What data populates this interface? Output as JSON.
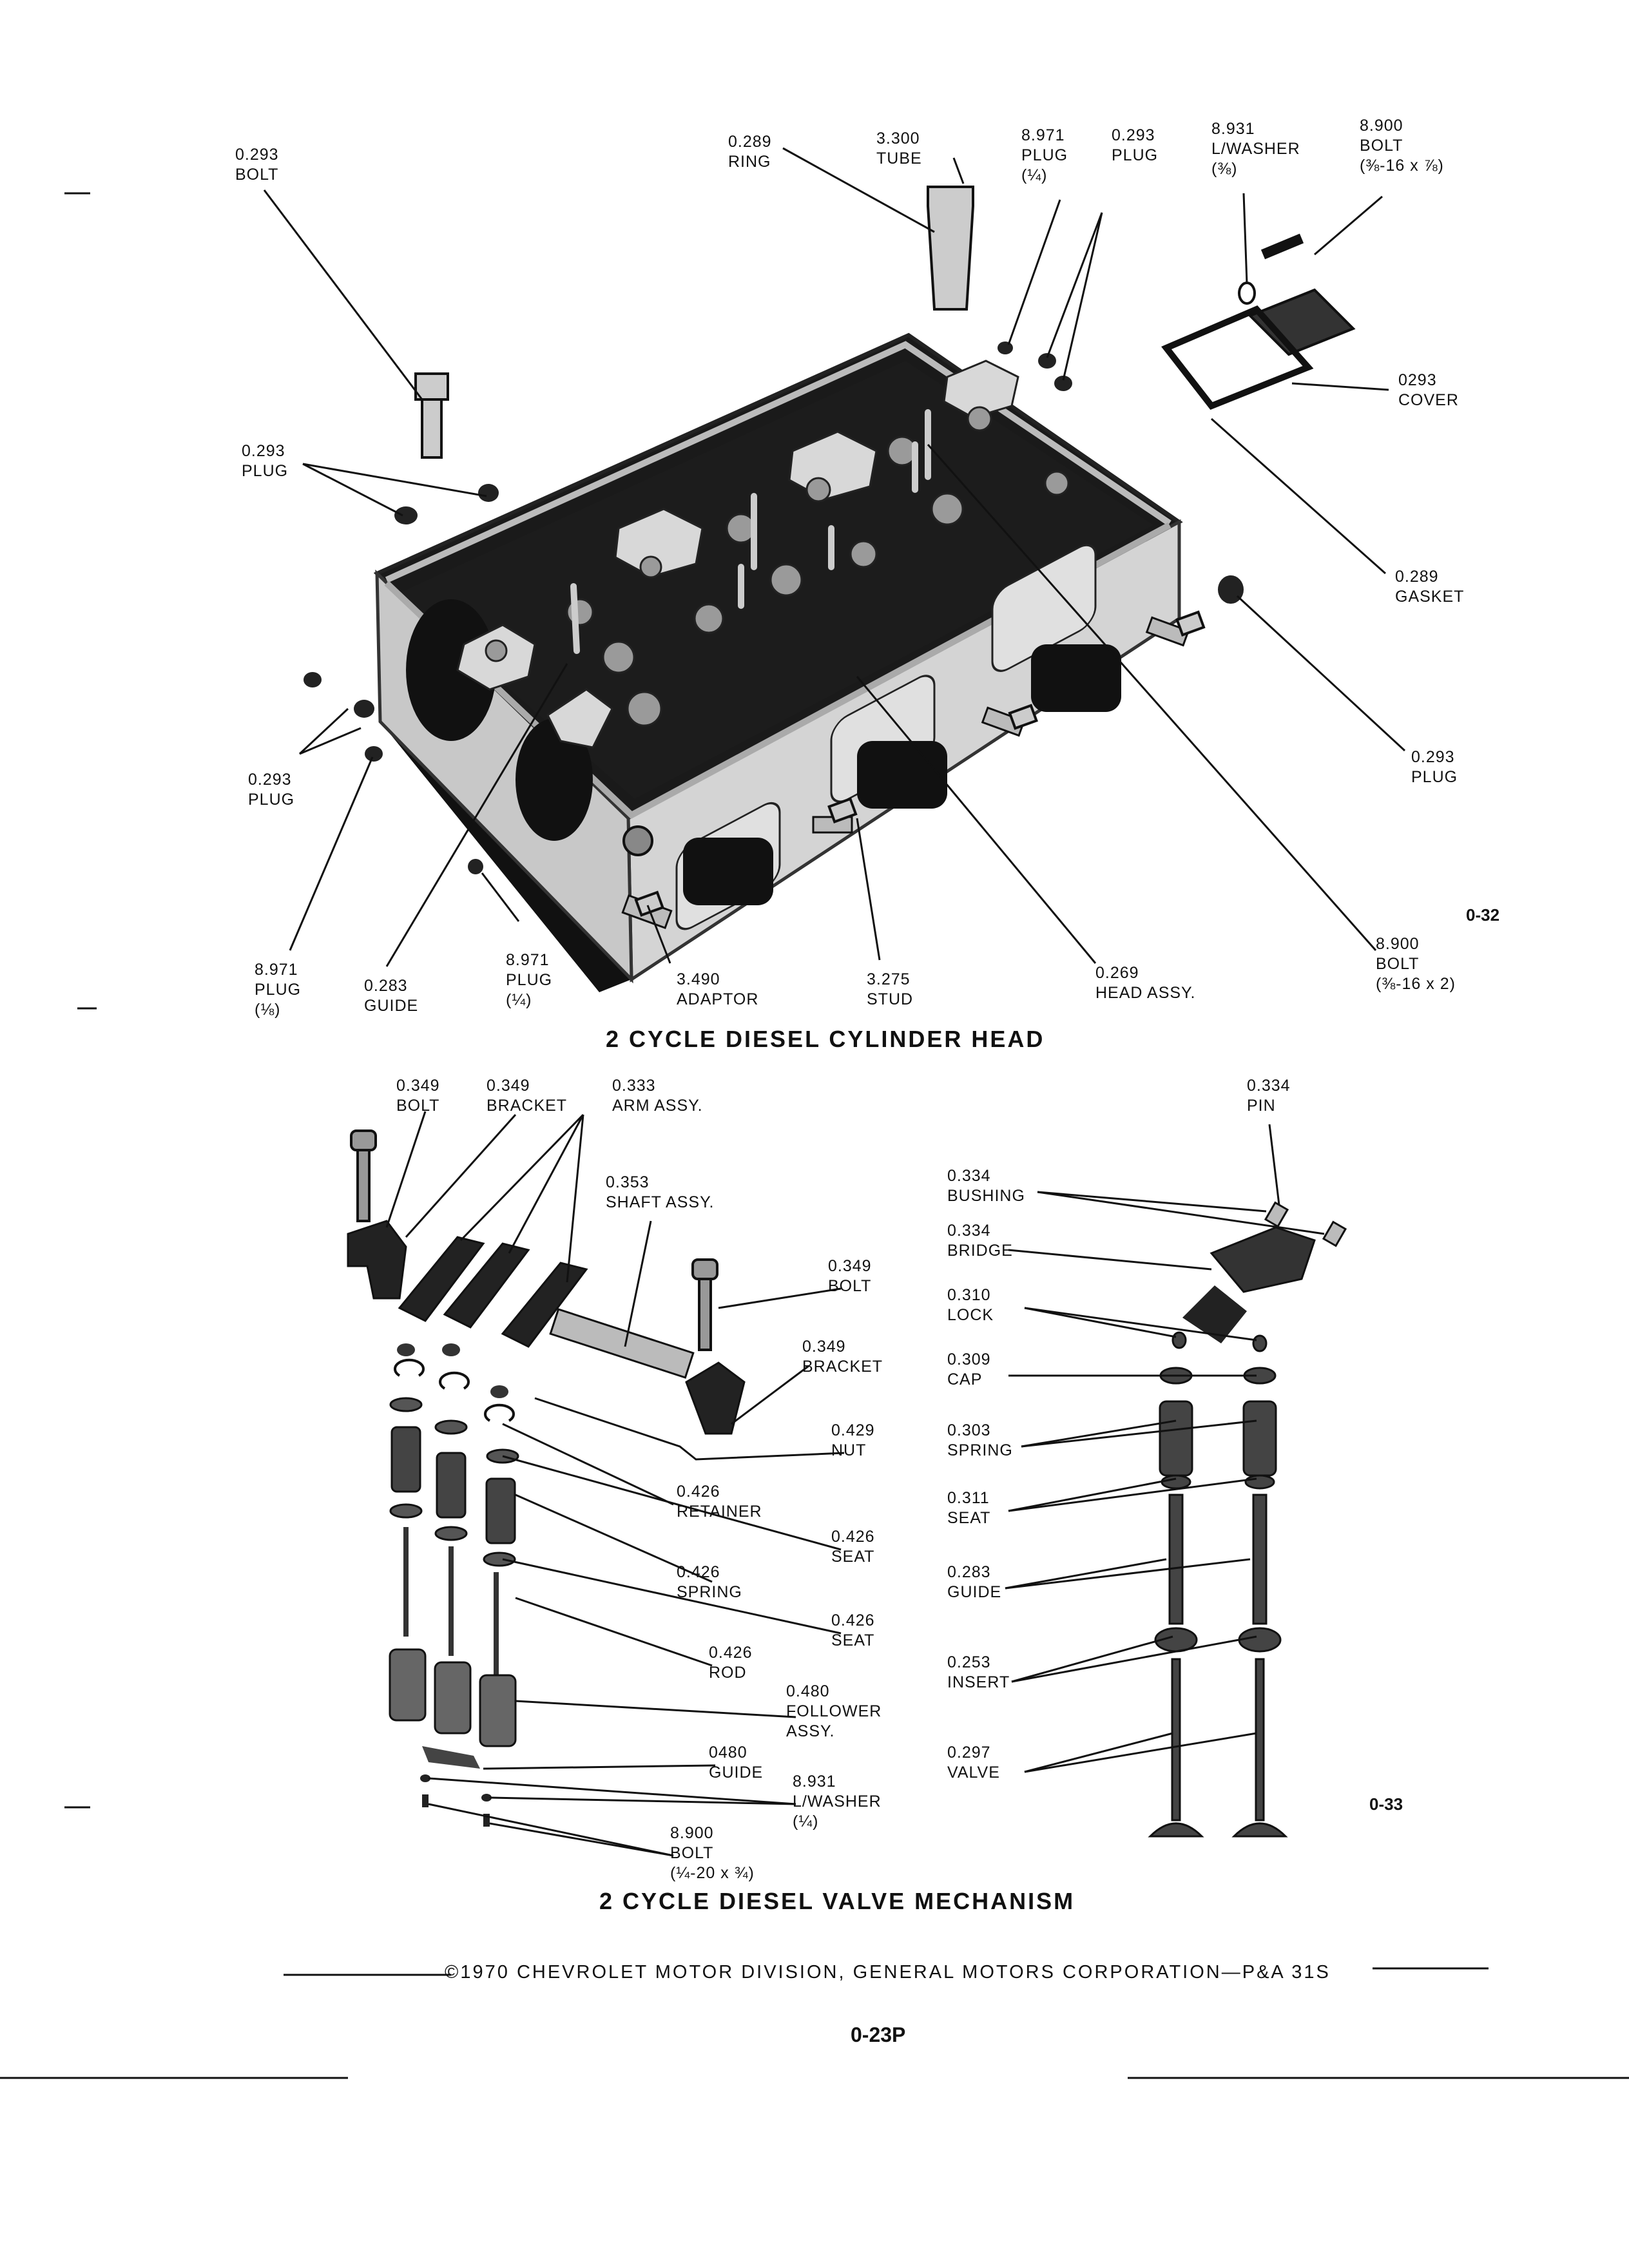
{
  "head_title": "2 CYCLE DIESEL CYLINDER HEAD",
  "valve_title": "2 CYCLE DIESEL VALVE MECHANISM",
  "fig_head": "0-32",
  "fig_valve": "0-33",
  "copyright": "©1970 CHEVROLET MOTOR DIVISION, GENERAL MOTORS CORPORATION—P&A 31S",
  "page_number": "0-23P",
  "head_callouts": [
    {
      "code": "0.293",
      "name": "BOLT",
      "spec": ""
    },
    {
      "code": "0.289",
      "name": "RING",
      "spec": ""
    },
    {
      "code": "3.300",
      "name": "TUBE",
      "spec": ""
    },
    {
      "code": "8.971",
      "name": "PLUG",
      "spec": "(¼)"
    },
    {
      "code": "0.293",
      "name": "PLUG",
      "spec": ""
    },
    {
      "code": "8.931",
      "name": "L/WASHER",
      "spec": "(⅜)"
    },
    {
      "code": "8.900",
      "name": "BOLT",
      "spec": "(⅜-16 x ⅞)"
    },
    {
      "code": "0293",
      "name": "COVER",
      "spec": ""
    },
    {
      "code": "0.293",
      "name": "PLUG",
      "spec": ""
    },
    {
      "code": "0.289",
      "name": "GASKET",
      "spec": ""
    },
    {
      "code": "0.293",
      "name": "PLUG",
      "spec": ""
    },
    {
      "code": "0.293",
      "name": "PLUG",
      "spec": ""
    },
    {
      "code": "8.971",
      "name": "PLUG",
      "spec": "(⅛)"
    },
    {
      "code": "0.283",
      "name": "GUIDE",
      "spec": ""
    },
    {
      "code": "8.971",
      "name": "PLUG",
      "spec": "(¼)"
    },
    {
      "code": "3.490",
      "name": "ADAPTOR",
      "spec": ""
    },
    {
      "code": "3.275",
      "name": "STUD",
      "spec": ""
    },
    {
      "code": "0.269",
      "name": "HEAD ASSY.",
      "spec": ""
    },
    {
      "code": "8.900",
      "name": "BOLT",
      "spec": "(⅜-16 x 2)"
    }
  ],
  "valve_callouts": [
    {
      "code": "0.349",
      "name": "BOLT",
      "spec": ""
    },
    {
      "code": "0.349",
      "name": "BRACKET",
      "spec": ""
    },
    {
      "code": "0.333",
      "name": "ARM ASSY.",
      "spec": ""
    },
    {
      "code": "0.353",
      "name": "SHAFT ASSY.",
      "spec": ""
    },
    {
      "code": "0.349",
      "name": "BOLT",
      "spec": ""
    },
    {
      "code": "0.349",
      "name": "BRACKET",
      "spec": ""
    },
    {
      "code": "0.429",
      "name": "NUT",
      "spec": ""
    },
    {
      "code": "0.426",
      "name": "RETAINER",
      "spec": ""
    },
    {
      "code": "0.426",
      "name": "SEAT",
      "spec": ""
    },
    {
      "code": "0.426",
      "name": "SPRING",
      "spec": ""
    },
    {
      "code": "0.426",
      "name": "SEAT",
      "spec": ""
    },
    {
      "code": "0.426",
      "name": "ROD",
      "spec": ""
    },
    {
      "code": "0.480",
      "name": "FOLLOWER",
      "spec": "ASSY."
    },
    {
      "code": "0480",
      "name": "GUIDE",
      "spec": ""
    },
    {
      "code": "8.931",
      "name": "L/WASHER",
      "spec": "(¼)"
    },
    {
      "code": "8.900",
      "name": "BOLT",
      "spec": "(¼-20 x ¾)"
    },
    {
      "code": "0.334",
      "name": "PIN",
      "spec": ""
    },
    {
      "code": "0.334",
      "name": "BUSHING",
      "spec": ""
    },
    {
      "code": "0.334",
      "name": "BRIDGE",
      "spec": ""
    },
    {
      "code": "0.310",
      "name": "LOCK",
      "spec": ""
    },
    {
      "code": "0.309",
      "name": "CAP",
      "spec": ""
    },
    {
      "code": "0.303",
      "name": "SPRING",
      "spec": ""
    },
    {
      "code": "0.311",
      "name": "SEAT",
      "spec": ""
    },
    {
      "code": "0.283",
      "name": "GUIDE",
      "spec": ""
    },
    {
      "code": "0.253",
      "name": "INSERT",
      "spec": ""
    },
    {
      "code": "0.297",
      "name": "VALVE",
      "spec": ""
    }
  ]
}
